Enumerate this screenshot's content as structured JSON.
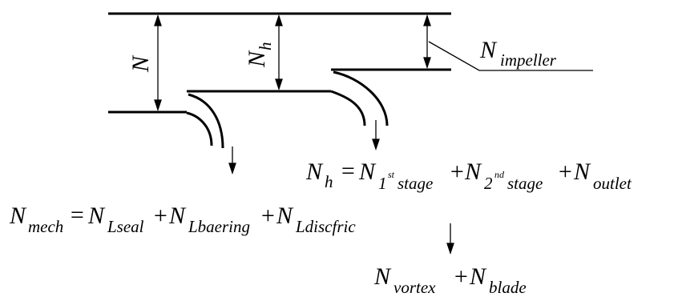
{
  "diagram": {
    "labels": {
      "n": "N",
      "nh_main": "N",
      "nh_main_sub": "h",
      "impeller": "N",
      "impeller_sub": "impeller"
    },
    "equation_hydraulic": {
      "lhs": "N",
      "lhs_sub": "h",
      "eq": "=",
      "t1": "N",
      "t1_num": "1",
      "t1_sup": "st",
      "t1_sub": "stage",
      "plus1": "+",
      "t2": "N",
      "t2_num": "2",
      "t2_sup": "nd",
      "t2_sub": "stage",
      "plus2": "+",
      "t3": "N",
      "t3_sub": "outlet"
    },
    "equation_mechanical": {
      "lhs": "N",
      "lhs_sub": "mech",
      "eq": "=",
      "t1": "N",
      "t1_sub": "Lseal",
      "plus1": "+",
      "t2": "N",
      "t2_sub": "Lbaering",
      "plus2": "+",
      "t3": "N",
      "t3_sub": "Ldiscfric"
    },
    "equation_vortex": {
      "t1": "N",
      "t1_sub": "vortex",
      "plus": "+",
      "t2": "N",
      "t2_sub": "blade"
    }
  }
}
